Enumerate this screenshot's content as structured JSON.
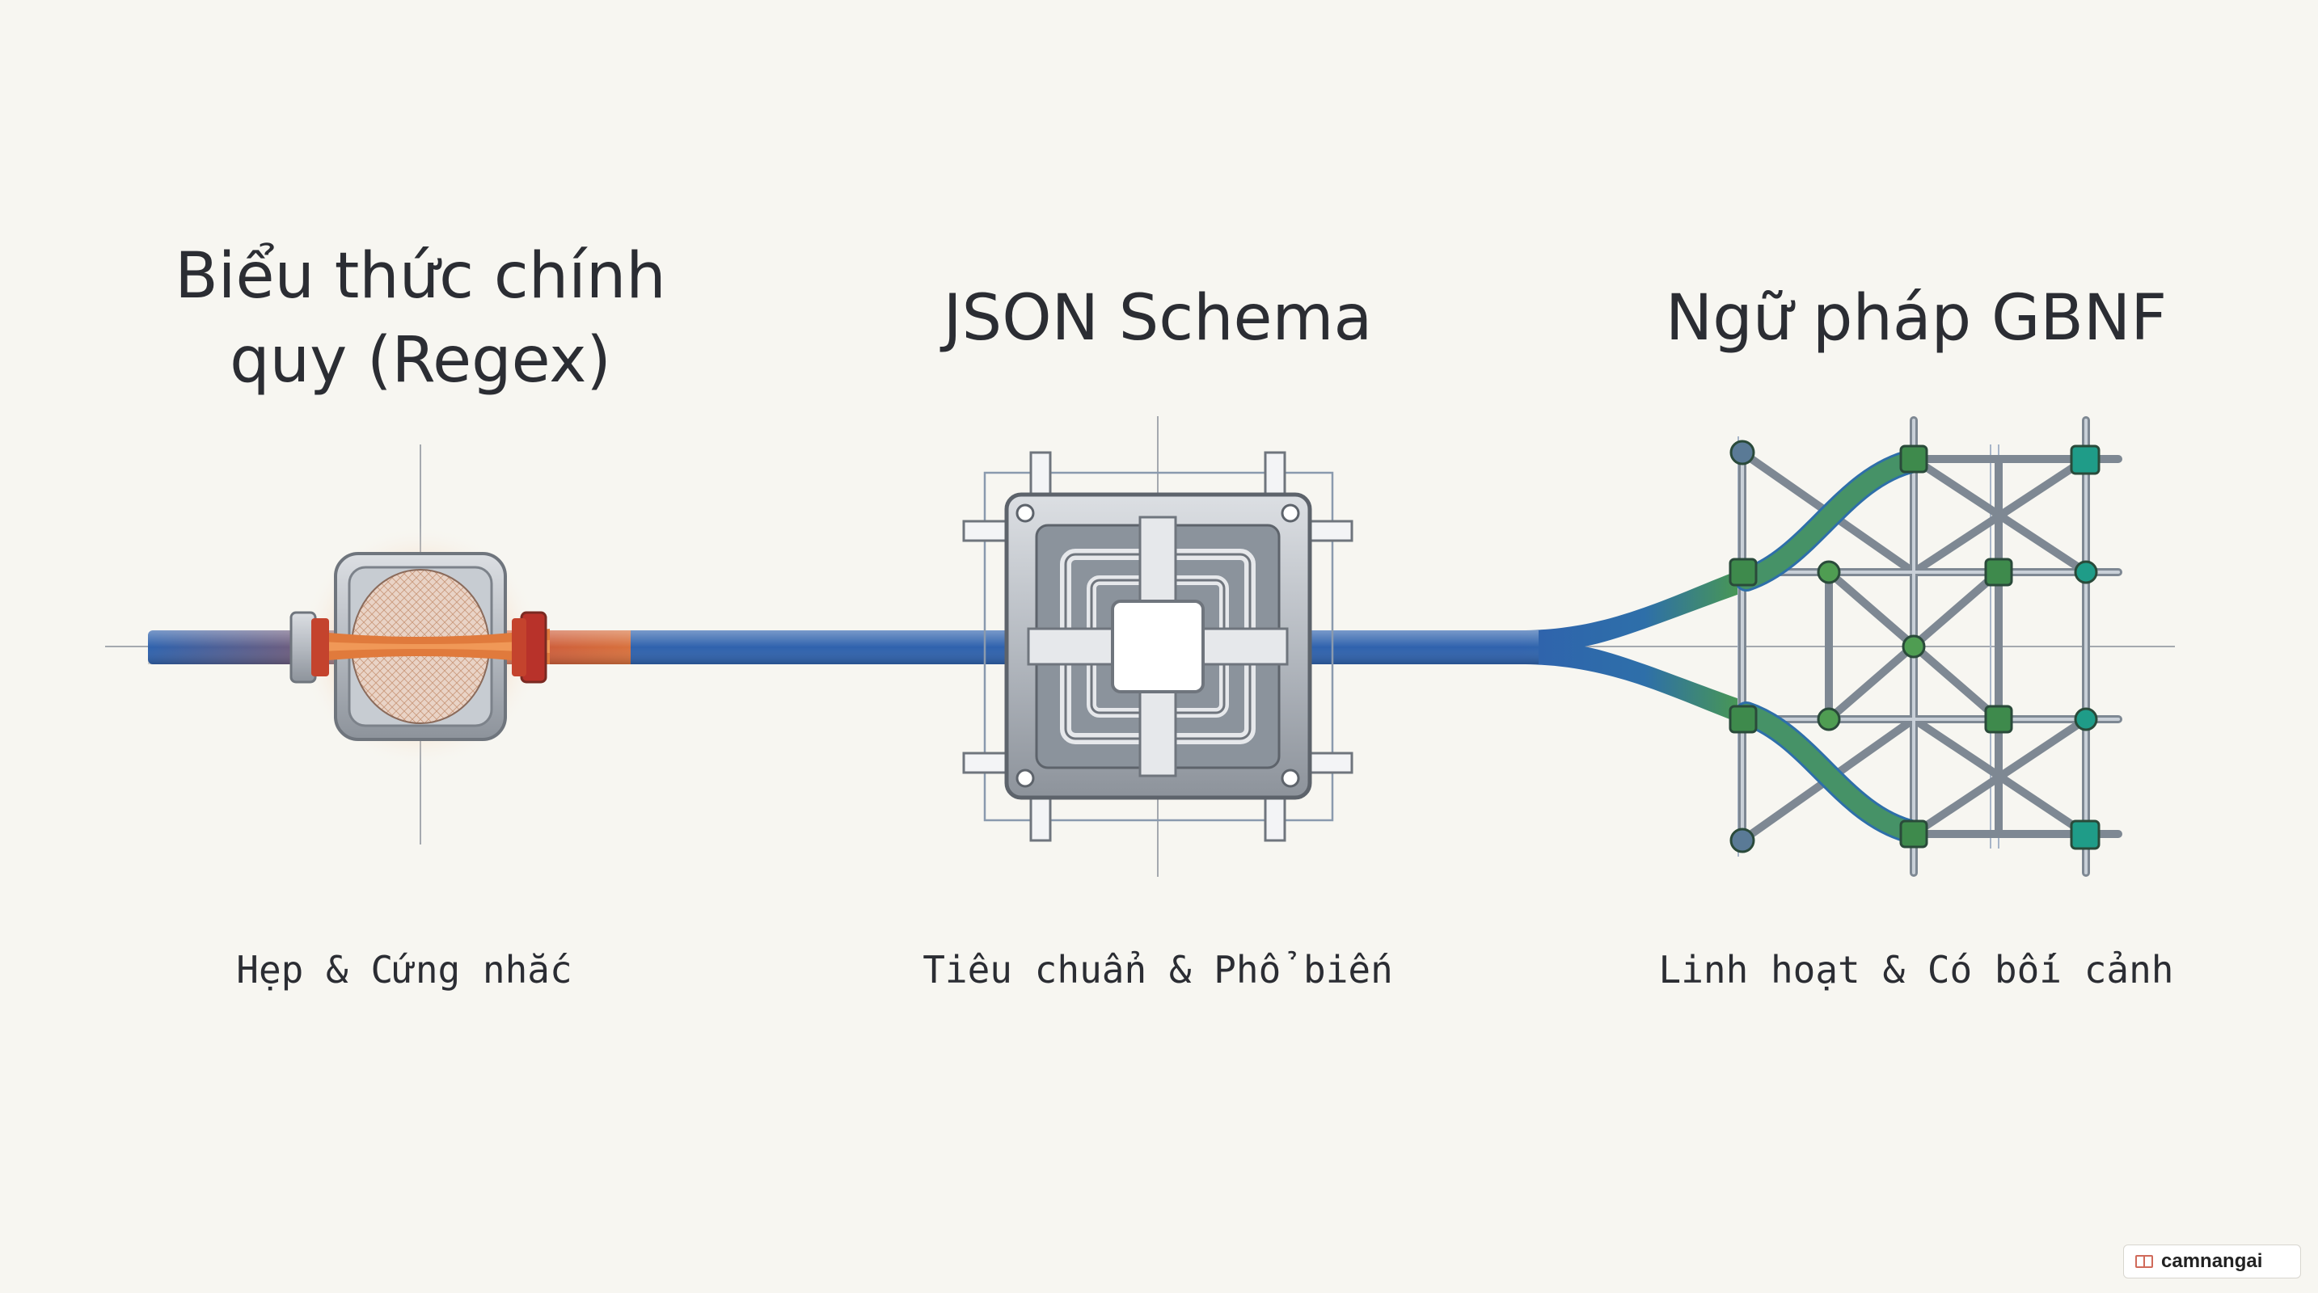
{
  "stages": [
    {
      "title": "Biểu thức chính\nquy (Regex)",
      "caption": "Hẹp & Cứng nhắc",
      "icon": "narrow-valve-icon"
    },
    {
      "title": "JSON Schema",
      "caption": "Tiêu chuẩn & Phổ biến",
      "icon": "square-frame-connector-icon"
    },
    {
      "title": "Ngữ pháp GBNF",
      "caption": "Linh hoạt & Có bối cảnh",
      "icon": "branching-lattice-icon"
    }
  ],
  "colors": {
    "background": "#f7f6f1",
    "pipe_blue": "#2f62ad",
    "pipe_red": "#c4432d",
    "pipe_orange": "#e2843f",
    "lattice_green": "#3e8a4c",
    "lattice_teal": "#1f9c88",
    "metal_grey": "#9aa0a8"
  },
  "watermark": {
    "text": "camnangai",
    "icon": "book-icon"
  }
}
